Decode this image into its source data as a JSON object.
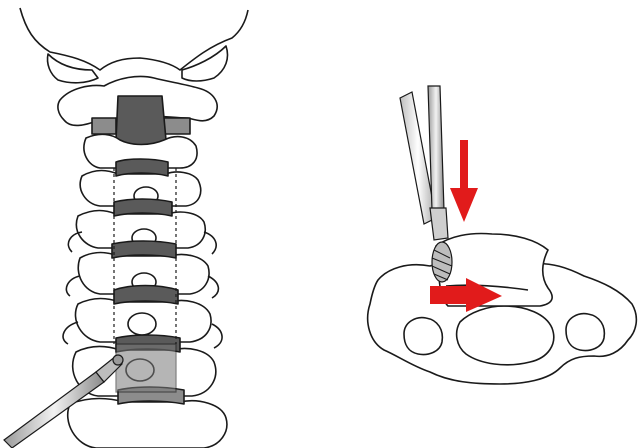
{
  "figure": {
    "panels": [
      {
        "id": "left",
        "subject": "cervical-spine-anterior-view",
        "tool": "burr-drill"
      },
      {
        "id": "right",
        "subject": "vertebra-axial-view",
        "tool": "burr-drill-with-sleeve"
      }
    ],
    "colors": {
      "outline": "#1a1a1a",
      "bone": "#ffffff",
      "disc_dark": "#5a5a5a",
      "disc_mid": "#8c8c8c",
      "arrow": "#e11b1b",
      "tool_light": "#d9d9d9",
      "tool_dark": "#7a7a7a"
    },
    "arrows": [
      {
        "name": "downward-force-arrow",
        "direction": "down"
      },
      {
        "name": "lateral-resection-arrow",
        "direction": "right"
      }
    ]
  }
}
